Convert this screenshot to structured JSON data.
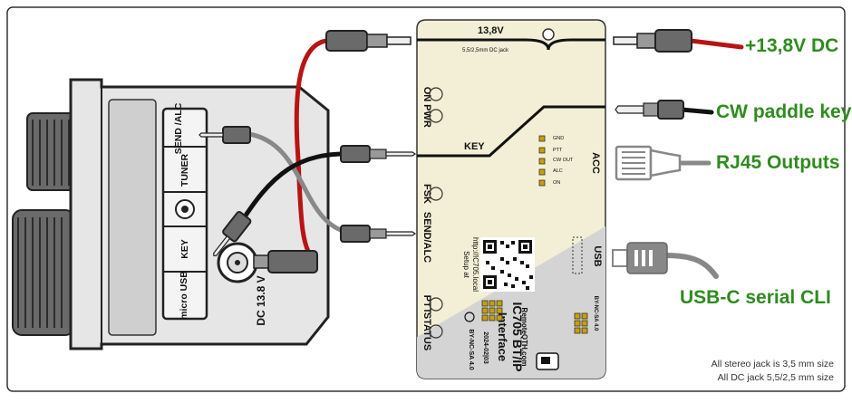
{
  "labels": {
    "dc_in": "+13,8V DC",
    "cw_key": "CW paddle key",
    "rj45": "RJ45 Outputs",
    "usb_cli": "USB-C serial CLI"
  },
  "notes": {
    "line1": "All stereo jack is 3,5 mm size",
    "line2": "All DC jack 5,5/2,5 mm size"
  },
  "radio": {
    "send_alc": "SEND /ALC",
    "tuner": "TUNER",
    "key": "KEY",
    "micro_usb": "micro USB",
    "dc": "DC 13.8 V"
  },
  "board": {
    "voltage": "13,8V",
    "dc_jack": "5,5/2,5mm DC jack",
    "on": "ON",
    "pwr": "PWR",
    "key": "KEY",
    "gnd": "GND",
    "ptt": "PTT",
    "cw_out": "CW OUT",
    "alc": "ALC",
    "on_pin": "ON",
    "acc": "ACC",
    "fsk": "FSK",
    "send_alc": "SEND/ALC",
    "setup1": "Setup at",
    "setup2": "http://IC705.local",
    "usb": "USB",
    "ptt_side": "PTT",
    "status": "STATUS",
    "title1": "IC705 BT/IP",
    "title2": "Interface",
    "license": "BY-NC-SA 4.0",
    "date": "2024-02|03",
    "brand": "RemoteQTH.com",
    "license2": "BY-NC-SA 4.0"
  },
  "colors": {
    "label_green": "#2e8b1e",
    "red_cable": "#b81414",
    "black_cable": "#111111",
    "grey_cable": "#888888",
    "board": "#f2efd6",
    "board_bottom": "#d4d4d4"
  }
}
